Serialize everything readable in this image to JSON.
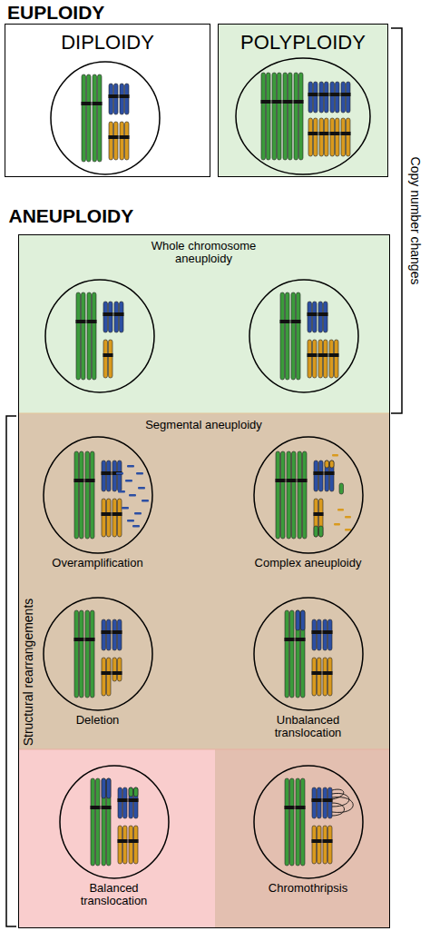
{
  "diagram": {
    "nodes": [
      {
        "text": [
          "DIPLOIDY"
        ]
      },
      {
        "text": [
          "POLYPLOIDY"
        ]
      },
      {
        "text": [
          "ANEUPLOIDY"
        ]
      },
      {
        "text": [
          "Whole chromosome aneuploidy"
        ],
        "in": 2
      },
      {
        "text": [
          "Segmental aneuploidy"
        ],
        "in": 2
      },
      {
        "text": [
          "Overamplification"
        ],
        "in": 4
      },
      {
        "text": [
          "Complex aneuploidy"
        ],
        "in": 4
      },
      {
        "text": [
          "Deletion"
        ],
        "in": 4
      },
      {
        "text": [
          "Unbalanced translocation"
        ],
        "in": 4
      },
      {
        "text": [
          "Balanced translocation"
        ],
        "in": 2
      },
      {
        "text": [
          "Chromothripsis"
        ],
        "in": 2
      }
    ],
    "labels": [
      "EUPLOIDY",
      "Copy number changes",
      "Structural rearrangements"
    ]
  }
}
